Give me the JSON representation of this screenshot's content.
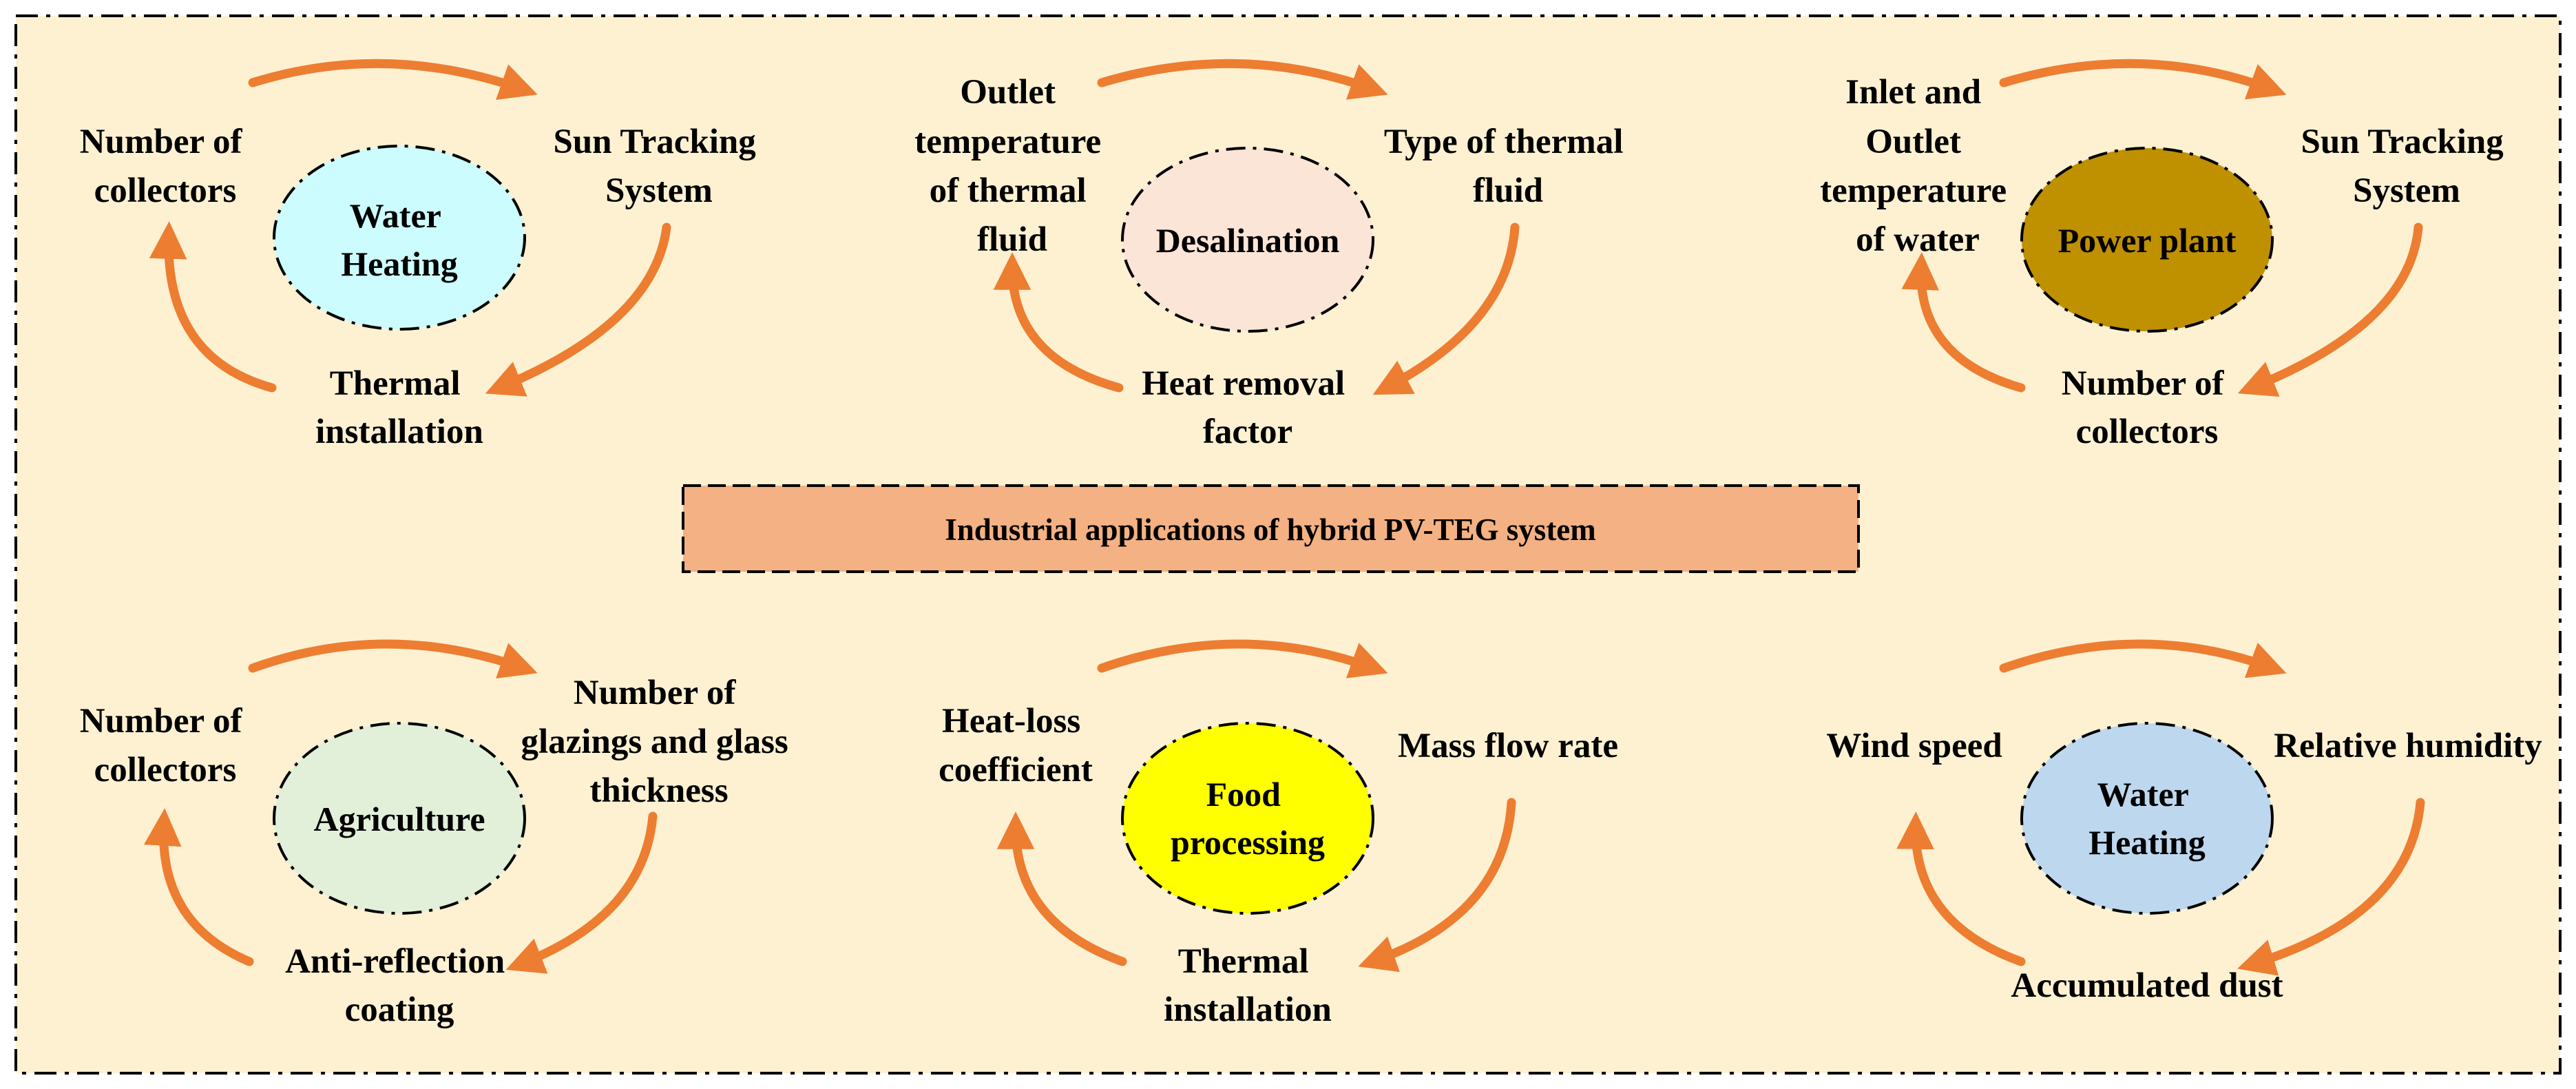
{
  "title": "Industrial applications of hybrid PV-TEG system",
  "colors": {
    "background": "#fdf1d2",
    "title_box": "#f4b183",
    "arrow": "#ed7d31"
  },
  "clusters": [
    {
      "center": {
        "lines": [
          "Water",
          "Heating"
        ],
        "fill": "#ccfcfd"
      },
      "left": {
        "lines": [
          "Number of",
          "collectors"
        ]
      },
      "right": {
        "lines": [
          "Sun Tracking",
          "System"
        ]
      },
      "bottom": {
        "lines": [
          "Thermal",
          "installation"
        ]
      }
    },
    {
      "center": {
        "lines": [
          "Desalination"
        ],
        "fill": "#fbe5d6"
      },
      "left": {
        "lines": [
          "Outlet",
          "temperature",
          "of thermal",
          "fluid"
        ]
      },
      "right": {
        "lines": [
          "Type of thermal",
          "fluid"
        ]
      },
      "bottom": {
        "lines": [
          "Heat removal",
          "factor"
        ]
      }
    },
    {
      "center": {
        "lines": [
          "Power plant"
        ],
        "fill": "#bf9000"
      },
      "left": {
        "lines": [
          "Inlet and",
          "Outlet",
          "temperature",
          "of water"
        ]
      },
      "right": {
        "lines": [
          "Sun Tracking",
          "System"
        ]
      },
      "bottom": {
        "lines": [
          "Number of",
          "collectors"
        ]
      }
    },
    {
      "center": {
        "lines": [
          "Agriculture"
        ],
        "fill": "#e2efd9"
      },
      "left": {
        "lines": [
          "Number of",
          "collectors"
        ]
      },
      "right": {
        "lines": [
          "Number of",
          "glazings and glass",
          "thickness"
        ]
      },
      "bottom": {
        "lines": [
          "Anti-reflection",
          "coating"
        ]
      }
    },
    {
      "center": {
        "lines": [
          "Food",
          "processing"
        ],
        "fill": "#ffff00"
      },
      "left": {
        "lines": [
          "Heat-loss",
          "coefficient"
        ]
      },
      "right": {
        "lines": [
          "Mass flow rate"
        ]
      },
      "bottom": {
        "lines": [
          "Thermal",
          "installation"
        ]
      }
    },
    {
      "center": {
        "lines": [
          "Water",
          "Heating"
        ],
        "fill": "#bdd7ee"
      },
      "left": {
        "lines": [
          "Wind speed"
        ]
      },
      "right": {
        "lines": [
          "Relative humidity"
        ]
      },
      "bottom": {
        "lines": [
          "Accumulated dust"
        ]
      }
    }
  ]
}
